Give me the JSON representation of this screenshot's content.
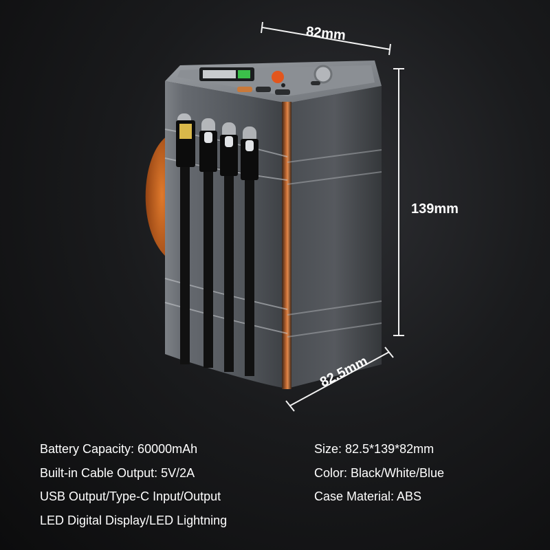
{
  "dimensions": {
    "width": "82mm",
    "height": "139mm",
    "depth": "82.5mm"
  },
  "specs_left": [
    "Battery Capacity: 60000mAh",
    "Built-in Cable Output: 5V/2A",
    "USB Output/Type-C Input/Output",
    "LED Digital Display/LED Lightning"
  ],
  "specs_right": [
    "Size: 82.5*139*82mm",
    "Color: Black/White/Blue",
    "Case Material: ABS"
  ],
  "colors": {
    "accent_orange": "#d9651f",
    "body_metal": "#55595e",
    "cable_black": "#111111"
  }
}
